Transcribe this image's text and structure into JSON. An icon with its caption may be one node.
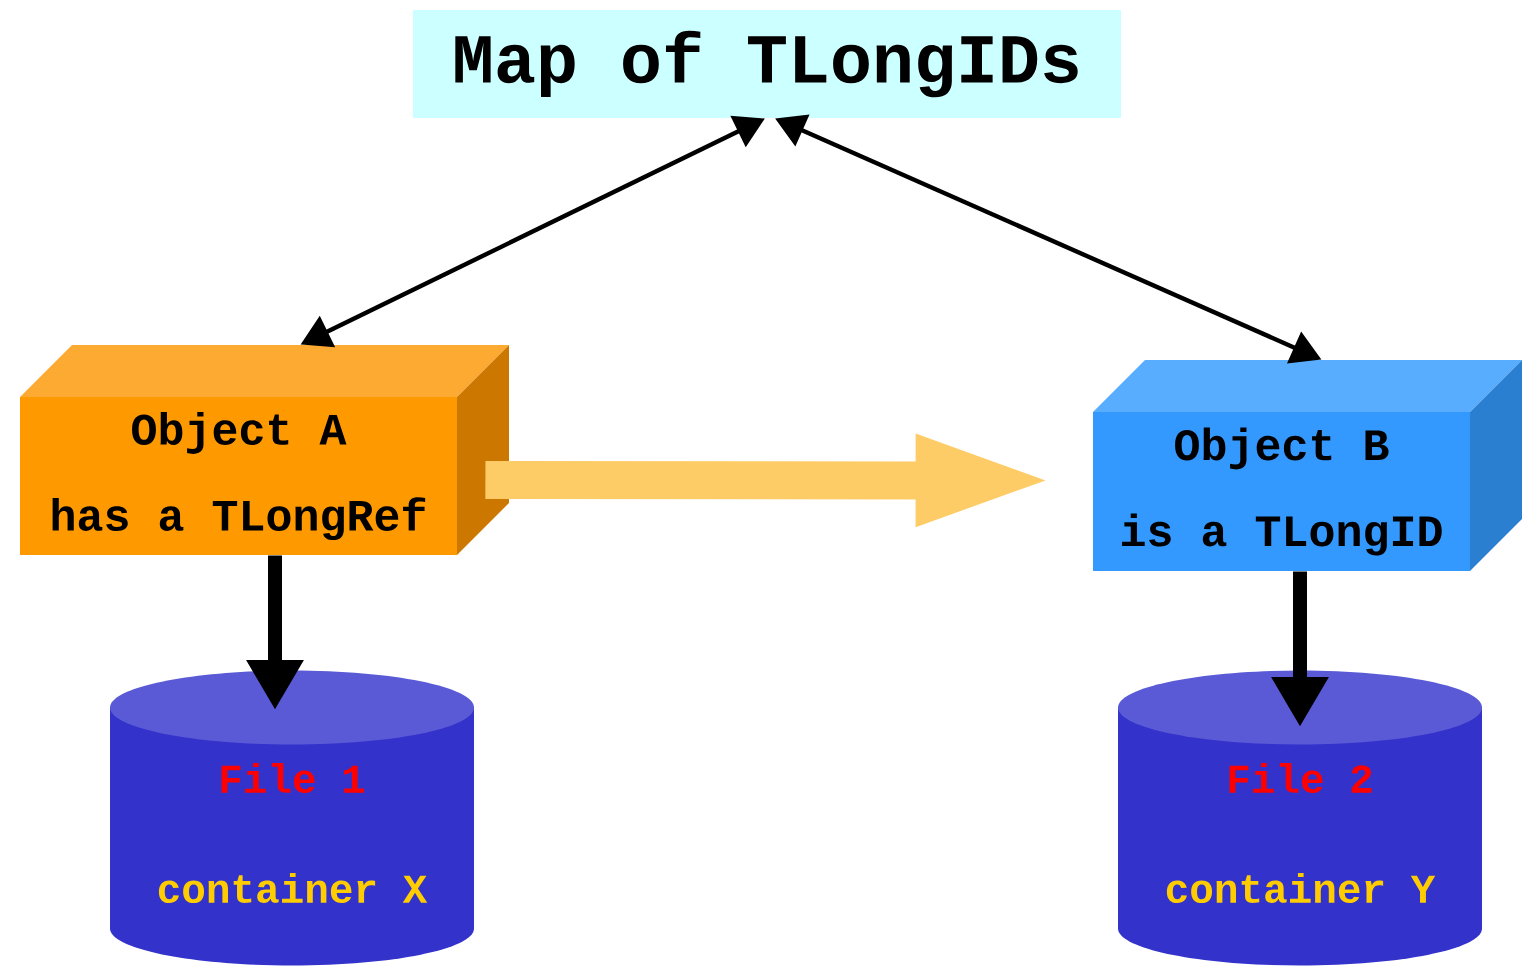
{
  "diagram": {
    "nodes": [
      {
        "text": [
          "Map of TLongIDs"
        ]
      },
      {
        "text": [
          "Object A",
          "has a TLongRef"
        ]
      },
      {
        "text": [
          "Object B",
          "is a TLongID"
        ]
      },
      {
        "text": [
          "File 1",
          "container X"
        ]
      },
      {
        "text": [
          "File 2",
          "container Y"
        ]
      }
    ],
    "edges": [
      {
        "from": 0,
        "to": 1,
        "arrow": "both"
      },
      {
        "from": 0,
        "to": 2,
        "arrow": "both"
      },
      {
        "from": 1,
        "to": 2,
        "arrow": "to",
        "style": "thick",
        "color": "#fecc66"
      },
      {
        "from": 1,
        "to": 3,
        "arrow": "to"
      },
      {
        "from": 2,
        "to": 4,
        "arrow": "to"
      }
    ]
  }
}
